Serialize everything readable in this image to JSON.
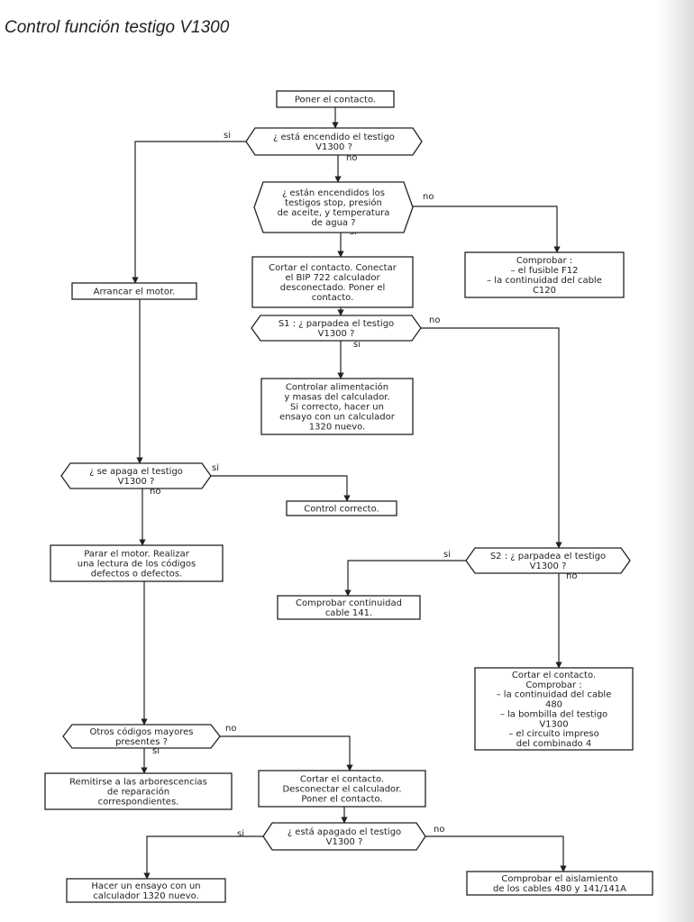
{
  "title": "Control función testigo V1300",
  "nodes": {
    "n1": {
      "shape": "rect",
      "lines": [
        "Poner el contacto."
      ]
    },
    "d1": {
      "shape": "decision",
      "lines": [
        "¿ está encendido el testigo",
        "V1300 ?"
      ]
    },
    "d2": {
      "shape": "decision",
      "lines": [
        "¿ están encendidos los",
        "testigos stop, presión",
        "de aceite, y temperatura",
        "de agua ?"
      ]
    },
    "c1": {
      "shape": "rect",
      "lines": [
        "Comprobar :",
        "– el fusible F12",
        "– la continuidad del cable",
        "C120"
      ]
    },
    "a1": {
      "shape": "rect",
      "lines": [
        "Cortar el contacto. Conectar",
        "el BIP 722 calculador",
        "desconectado. Poner el",
        "contacto."
      ]
    },
    "arr": {
      "shape": "rect",
      "lines": [
        "Arrancar el motor."
      ]
    },
    "d3": {
      "shape": "decision",
      "lines": [
        "S1 : ¿ parpadea el testigo",
        "V1300 ?"
      ]
    },
    "a2": {
      "shape": "rect",
      "lines": [
        "Controlar alimentación",
        "y masas del calculador.",
        "Si correcto, hacer un",
        "ensayo con un calculador",
        "1320 nuevo."
      ]
    },
    "d4": {
      "shape": "decision",
      "lines": [
        "¿ se apaga el testigo",
        "V1300 ?"
      ]
    },
    "cc": {
      "shape": "rect",
      "lines": [
        "Control correcto."
      ]
    },
    "a3": {
      "shape": "rect",
      "lines": [
        "Parar el motor. Realizar",
        "una lectura de los códigos",
        "defectos o defectos."
      ]
    },
    "d5": {
      "shape": "decision",
      "lines": [
        "S2 : ¿ parpadea el testigo",
        "V1300 ?"
      ]
    },
    "c2": {
      "shape": "rect",
      "lines": [
        "Comprobar continuidad",
        "cable 141."
      ]
    },
    "c3": {
      "shape": "rect",
      "lines": [
        "Cortar el contacto.",
        "Comprobar :",
        "– la continuidad del cable",
        "480",
        "– la bombilla del testigo",
        "V1300",
        "– el circuito impreso",
        "del combinado 4"
      ]
    },
    "d6": {
      "shape": "decision",
      "lines": [
        "Otros códigos mayores",
        "presentes ?"
      ]
    },
    "r1": {
      "shape": "rect",
      "lines": [
        "Remitirse a las arborescencias",
        "de reparación",
        "correspondientes."
      ]
    },
    "a4": {
      "shape": "rect",
      "lines": [
        "Cortar el contacto.",
        "Desconectar el calculador.",
        "Poner el contacto."
      ]
    },
    "d7": {
      "shape": "decision",
      "lines": [
        "¿ está apagado el testigo",
        "V1300 ?"
      ]
    },
    "e1": {
      "shape": "rect",
      "lines": [
        "Hacer un ensayo con un",
        "calculador 1320 nuevo."
      ]
    },
    "e2": {
      "shape": "rect",
      "lines": [
        "Comprobar el aislamiento",
        "de los cables 480 y 141/141A"
      ]
    }
  },
  "edges": [
    {
      "id": "n1-d1",
      "from": "n1",
      "to": "d1",
      "label": ""
    },
    {
      "id": "d1-arr",
      "from": "d1",
      "to": "arr",
      "label": "si"
    },
    {
      "id": "d1-d2",
      "from": "d1",
      "to": "d2",
      "label": "no"
    },
    {
      "id": "d2-a1",
      "from": "d2",
      "to": "a1",
      "label": "si"
    },
    {
      "id": "d2-c1",
      "from": "d2",
      "to": "c1",
      "label": "no"
    },
    {
      "id": "a1-d3",
      "from": "a1",
      "to": "d3",
      "label": ""
    },
    {
      "id": "d3-a2",
      "from": "d3",
      "to": "a2",
      "label": "si"
    },
    {
      "id": "d3-d5",
      "from": "d3",
      "to": "d5",
      "label": "no"
    },
    {
      "id": "arr-d4",
      "from": "arr",
      "to": "d4",
      "label": ""
    },
    {
      "id": "d4-cc",
      "from": "d4",
      "to": "cc",
      "label": "si"
    },
    {
      "id": "d4-a3",
      "from": "d4",
      "to": "a3",
      "label": "no"
    },
    {
      "id": "d5-c2",
      "from": "d5",
      "to": "c2",
      "label": "si"
    },
    {
      "id": "d5-c3",
      "from": "d5",
      "to": "c3",
      "label": "no"
    },
    {
      "id": "a3-d6",
      "from": "a3",
      "to": "d6",
      "label": ""
    },
    {
      "id": "d6-r1",
      "from": "d6",
      "to": "r1",
      "label": "si"
    },
    {
      "id": "d6-a4",
      "from": "d6",
      "to": "a4",
      "label": "no"
    },
    {
      "id": "a4-d7",
      "from": "a4",
      "to": "d7",
      "label": ""
    },
    {
      "id": "d7-e1",
      "from": "d7",
      "to": "e1",
      "label": "si"
    },
    {
      "id": "d7-e2",
      "from": "d7",
      "to": "e2",
      "label": "no"
    }
  ]
}
